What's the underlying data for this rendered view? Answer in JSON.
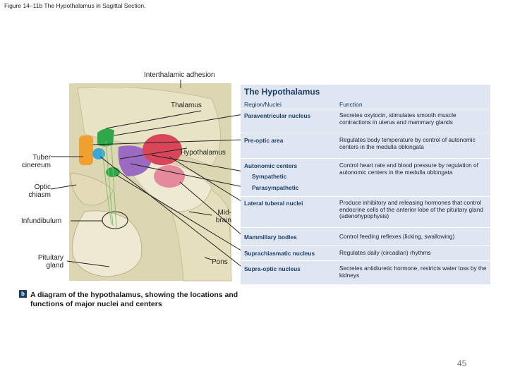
{
  "figure_title": "Figure 14–11b The Hypothalamus in Sagittal Section.",
  "labels": {
    "interthalamic": "Interthalamic adhesion",
    "thalamus": "Thalamus",
    "hypothalamus": "Hypothalamus",
    "tuber": "Tuber\ncinereum",
    "optic": "Optic\nchiasm",
    "infundibulum": "Infundibulum",
    "pituitary": "Pituitary\ngland",
    "midbrain": "Mid-\nbrain",
    "pons": "Pons"
  },
  "table": {
    "title": "The Hypothalamus",
    "col_region": "Region/Nuclei",
    "col_function": "Function",
    "rows": [
      {
        "name": "Paraventricular nucleus",
        "function": "Secretes oxytocin, stimulates smooth muscle contractions in uterus and mammary glands"
      },
      {
        "name": "Pre-optic area",
        "function": "Regulates body temperature by control of autonomic centers in the medulla oblongata"
      },
      {
        "name": "Autonomic centers",
        "sub": [
          "Sympathetic",
          "Parasympathetic"
        ],
        "function": "Control heart rate and blood pressure by regulation of autonomic centers in the medulla oblongata"
      },
      {
        "name": "Lateral tuberal nuclei",
        "function": "Produce inhibitory and releasing hormones that control endocrine cells of the anterior lobe of the pituitary gland (adenohypophysis)"
      },
      {
        "name": "Mammillary bodies",
        "function": "Control feeding reflexes (licking, swallowing)"
      },
      {
        "name": "Suprachiasmatic nucleus",
        "function": "Regulates daily (circadian) rhythms"
      },
      {
        "name": "Supra-optic nucleus",
        "function": "Secretes antidiuretic hormone, restricts water loss by the kidneys"
      }
    ]
  },
  "caption_badge": "b",
  "caption": "A diagram of the hypothalamus, showing the locations and functions of major nuclei and centers",
  "page_number": "45",
  "colors": {
    "panel_bg": "#dfe6f1",
    "heading": "#1b3f6a",
    "brain_tissue": "#e8e2c4",
    "nucleus_red": "#d9465a",
    "nucleus_purple": "#9b6bc2",
    "nucleus_green": "#2fa84a",
    "nucleus_orange": "#f0a030"
  }
}
